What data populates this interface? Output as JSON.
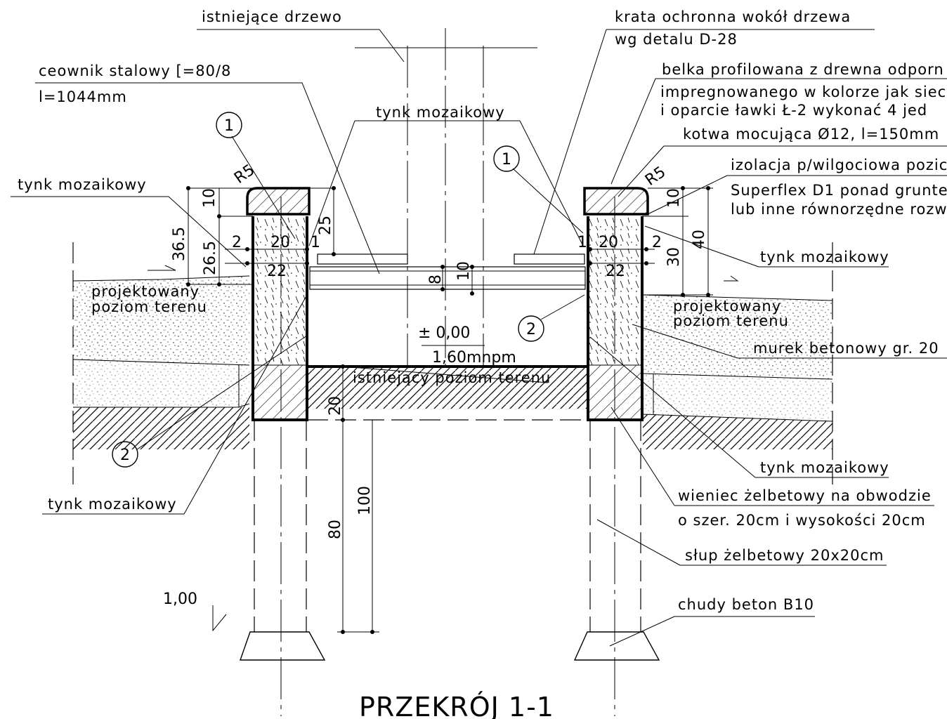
{
  "title": "PRZEKRÓJ 1-1",
  "labels": {
    "istniejace_drzewo": "istniejące drzewo",
    "krata_1": "krata ochronna wokół drzewa",
    "krata_2": "wg detalu D-28",
    "ceownik_1": "ceownik stalowy [=80/8",
    "ceownik_2": "l=1044mm",
    "belka_1": "belka profilowana z drewna odporn",
    "belka_2": "impregnowanego w kolorze jak siec",
    "belka_3": "i oparcie ławki Ł-2 wykonać 4 jed",
    "kotwa": "kotwa mocująca Ø12, l=150mm",
    "izolacja_1": "izolacja p/wilgociowa pozic",
    "izolacja_2": "Superflex D1 ponad grunte",
    "izolacja_3": "lub inne równorzędne rozw",
    "tynk_top": "tynk mozaikowy",
    "tynk_left": "tynk mozaikowy",
    "tynk_right": "tynk mozaikowy",
    "tynk_right_low": "tynk mozaikowy",
    "tynk_bottom_left": "tynk mozaikowy",
    "projektowany_left_1": "projektowany",
    "projektowany_left_2": "poziom terenu",
    "projektowany_right_1": "projektowany",
    "projektowany_right_2": "poziom terenu",
    "murek": "murek betonowy gr. 20",
    "istniejacy": "istniejący poziom terenu",
    "wieniec_1": "wieniec żelbetowy na obwodzie",
    "wieniec_2": "o szer. 20cm i wysokości 20cm",
    "slup": "słup żelbetowy 20x20cm",
    "chudy": "chudy beton B10",
    "level_zero": "± 0,00",
    "level_npm": "1,60mnpm",
    "level_100": "1,00"
  },
  "markers": {
    "m1_left": "1",
    "m1_right": "1",
    "m2_left_low": "2",
    "m2_right": "2"
  },
  "dimensions": {
    "r5_left": "R5",
    "r5_right": "R5",
    "d10_left": "10",
    "d365": "36.5",
    "d265": "26.5",
    "d25": "25",
    "d2_left": "2",
    "d20_left": "20",
    "d1_left": "1",
    "d22_left": "22",
    "d8": "8",
    "d10_mid": "10",
    "d1_right": "1",
    "d20_right": "20",
    "d2_right": "2",
    "d22_right": "22",
    "d10_right": "10",
    "d30": "30",
    "d40": "40",
    "d20_found": "20",
    "d80": "80",
    "d100": "100"
  }
}
